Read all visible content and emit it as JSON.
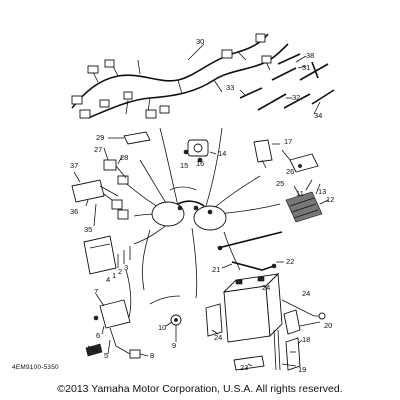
{
  "parts": {
    "p1": "1",
    "p2": "2",
    "p3": "3",
    "p4": "4",
    "p5": "5",
    "p6": "6",
    "p7": "7",
    "p8": "8",
    "p9": "9",
    "p10": "10",
    "p11": "11",
    "p12": "12",
    "p13": "13",
    "p14": "14",
    "p15": "15",
    "p16": "16",
    "p17": "17",
    "p18": "18",
    "p19": "19",
    "p20": "20",
    "p21": "21",
    "p22": "22",
    "p23": "23",
    "p24a": "24",
    "p24b": "24",
    "p24c": "24",
    "p25": "25",
    "p26": "26",
    "p27": "27",
    "p28": "28",
    "p29": "29",
    "p30": "30",
    "p31": "31",
    "p32": "32",
    "p33": "33",
    "p34": "34",
    "p35": "35",
    "p36": "36",
    "p37": "37",
    "p38": "38"
  },
  "diagram_code": "4EM9100-5350",
  "footer": {
    "copyright": "©2013 Yamaha Motor Corporation, U.S.A. All rights reserved."
  },
  "colors": {
    "line": "#111111",
    "background": "#ffffff"
  }
}
